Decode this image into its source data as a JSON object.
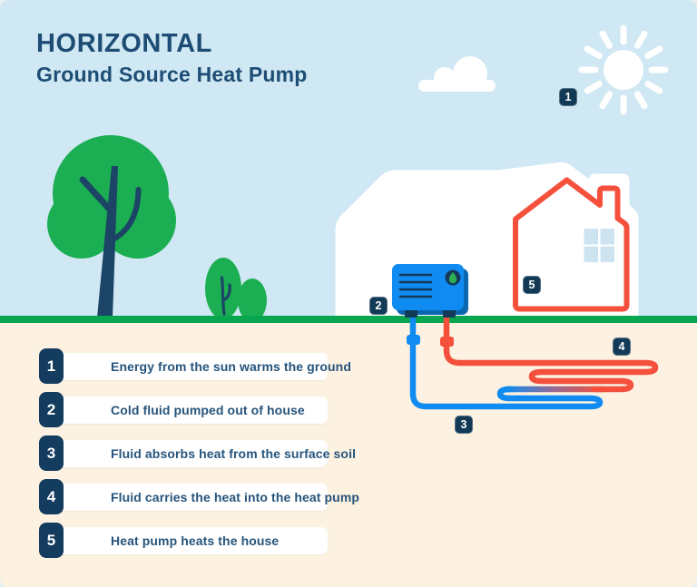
{
  "title": {
    "line1": "HORIZONTAL",
    "line2": "Ground Source Heat Pump"
  },
  "diagram": {
    "markers": [
      {
        "number": "1"
      },
      {
        "number": "2"
      },
      {
        "number": "3"
      },
      {
        "number": "4"
      },
      {
        "number": "5"
      }
    ],
    "icons": [
      "sun-icon",
      "cloud-icon",
      "tree-icon",
      "bush-icon",
      "house-outline-icon",
      "window-icon",
      "heat-pump-icon",
      "flame-icon",
      "ground-loop-pipe-icon"
    ]
  },
  "legend": {
    "items": [
      {
        "number": "1",
        "text": "Energy from the sun warms the ground"
      },
      {
        "number": "2",
        "text": "Cold fluid pumped out of house"
      },
      {
        "number": "3",
        "text": "Fluid absorbs heat from the surface soil"
      },
      {
        "number": "4",
        "text": "Fluid carries the heat into the heat pump"
      },
      {
        "number": "5",
        "text": "Heat pump heats the house"
      }
    ]
  },
  "colors": {
    "sky": "#cfe8f3",
    "soil": "#fdf2e1",
    "grass": "#09a650",
    "foliage": "#1cae52",
    "navy": "#123a57",
    "text_navy": "#1d4d74",
    "pipe_cold": "#0f8bf1",
    "pipe_warm": "#f4503c",
    "pump_shadow": "#0a67b0",
    "window_pane": "#cde4f0",
    "white": "#ffffff"
  }
}
